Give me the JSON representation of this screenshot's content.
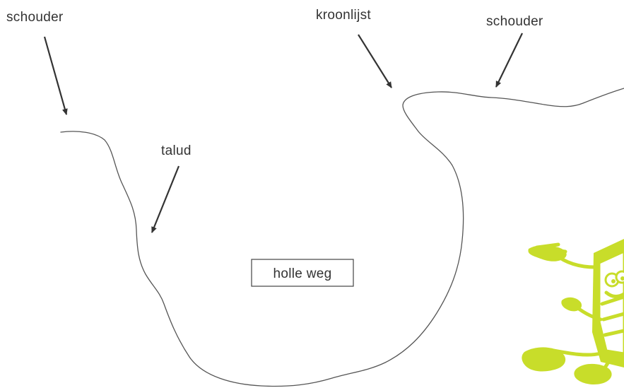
{
  "labels": {
    "schouder_left": "schouder",
    "kroonlijst": "kroonlijst",
    "schouder_right": "schouder",
    "talud": "talud",
    "center": "holle weg"
  },
  "colors": {
    "line": "#555555",
    "text": "#333333",
    "mascot": "#c8dd2a"
  },
  "icons": {
    "mascot": "pencil-mascot-pointing-icon"
  }
}
